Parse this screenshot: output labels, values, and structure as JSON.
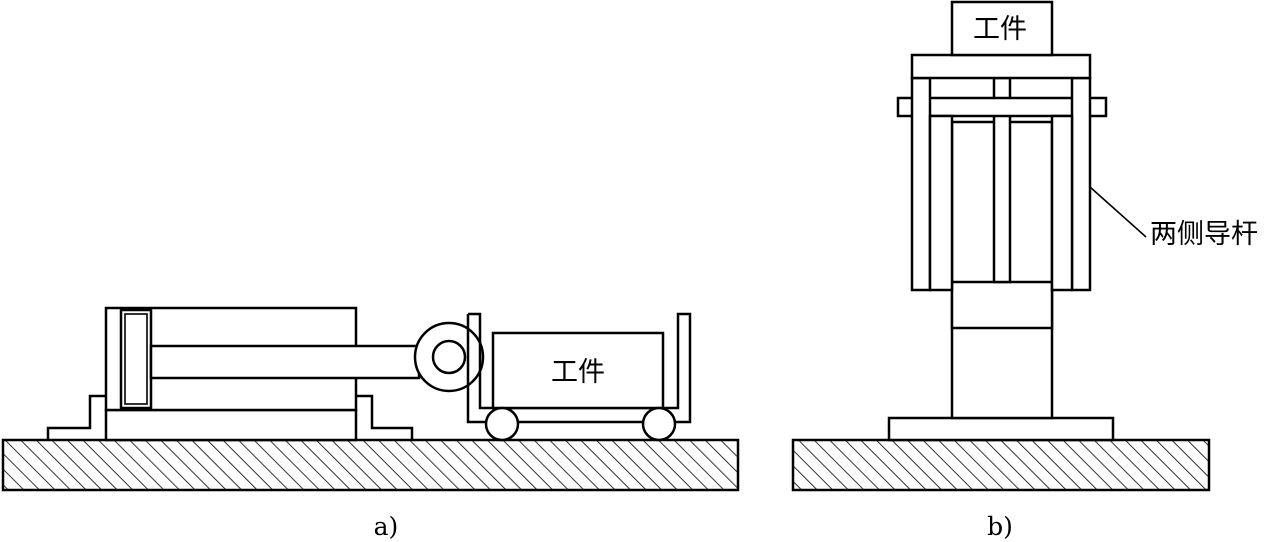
{
  "figure_a": {
    "workpiece_label": "工件",
    "caption": "a)"
  },
  "figure_b": {
    "workpiece_label": "工件",
    "guide_rod_label": "两侧导杆",
    "caption": "b)"
  }
}
